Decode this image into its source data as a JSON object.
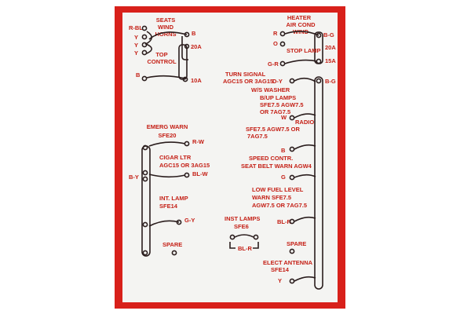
{
  "colors": {
    "border": "#d8201a",
    "background": "#f4f4f2",
    "text": "#c41e14",
    "wire": "#2a1d1d",
    "page": "#ffffff"
  },
  "left_panel": {
    "seats_group": {
      "title": [
        "SEATS",
        "WIND",
        "HORNS"
      ],
      "wire_labels": [
        "R-BL",
        "Y",
        "Y",
        "Y"
      ],
      "feed_label": "B",
      "fuse_rating": "20A"
    },
    "top_control": {
      "title": [
        "TOP",
        "CONTROL"
      ],
      "wire_label": "B",
      "fuse_rating": "10A"
    },
    "bus_group": {
      "feed_label": "B-Y",
      "circuits": [
        {
          "title": [
            "EMERG WARN",
            "SFE20"
          ],
          "wire_label": "R-W"
        },
        {
          "title": [
            "CIGAR LTR",
            "AGC15 OR 3AG15"
          ],
          "wire_label": "BL-W"
        },
        {
          "title": [
            "INT. LAMP",
            "SFE14"
          ],
          "wire_label": "G-Y"
        }
      ],
      "spare_label": "SPARE"
    }
  },
  "right_panel": {
    "heater_group": {
      "title": [
        "HEATER",
        "AIR COND",
        "WIND"
      ],
      "wire_labels": [
        "R",
        "O"
      ],
      "feed_label": "B-G",
      "fuse_rating": "20A"
    },
    "stop_lamp": {
      "title": "STOP LAMP",
      "wire_label": "G-R",
      "fuse_rating": "15A"
    },
    "bus_group": {
      "feed_label": "B-G",
      "circuits": [
        {
          "title": [
            "TURN SIGNAL",
            "AGC15 OR 3AG15"
          ],
          "wire_label": "D-Y"
        },
        {
          "title": [
            "W/S WASHER",
            "B/UP LAMPS",
            "SFE7.5 AGW7.5",
            "OR 7AG7.5"
          ],
          "wire_label": "W"
        },
        {
          "title": [
            "RADIO",
            "SFE7.5 AGW7.5 OR",
            "7AG7.5"
          ],
          "wire_label": "B"
        },
        {
          "title": [
            "SPEED CONTR.",
            "SEAT BELT WARN  AGW4"
          ],
          "wire_label": "G"
        },
        {
          "title": [
            "LOW FUEL LEVEL",
            "WARN SFE7.5",
            "AGW7.5 OR 7AG7.5"
          ],
          "wire_label": "BL-R"
        },
        {
          "title": [
            "ELECT ANTENNA",
            "SFE14"
          ],
          "wire_label": "Y"
        }
      ],
      "spare_label": "SPARE"
    }
  },
  "inst_lamps": {
    "title": [
      "INST LAMPS",
      "SFE6"
    ],
    "wire_label": "BL-R"
  }
}
